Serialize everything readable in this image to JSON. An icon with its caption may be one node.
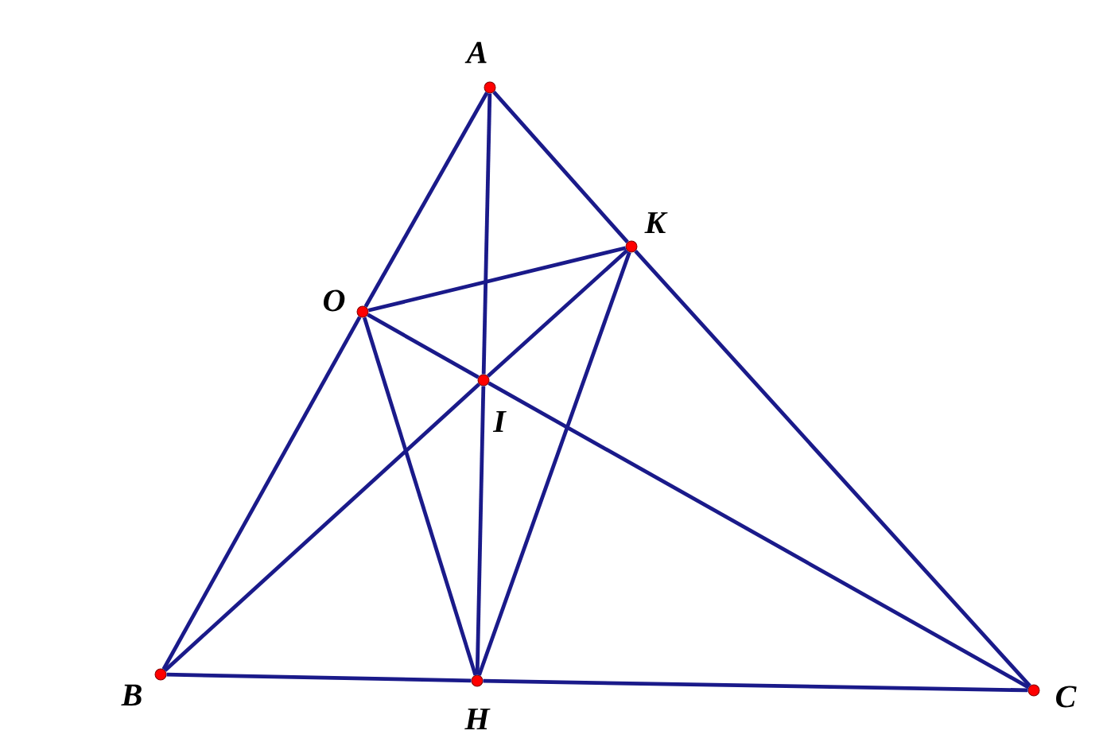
{
  "diagram": {
    "nodes": [
      {
        "text": [
          "A"
        ]
      },
      {
        "text": [
          "K"
        ]
      },
      {
        "text": [
          "O"
        ]
      },
      {
        "text": [
          "I"
        ]
      },
      {
        "text": [
          "B"
        ]
      },
      {
        "text": [
          "H"
        ]
      },
      {
        "text": [
          "C"
        ]
      }
    ],
    "edges": [
      {
        "from": 0,
        "to": 2,
        "arrow": "none"
      },
      {
        "from": 2,
        "to": 4,
        "arrow": "none"
      },
      {
        "from": 0,
        "to": 1,
        "arrow": "none"
      },
      {
        "from": 1,
        "to": 6,
        "arrow": "none"
      },
      {
        "from": 4,
        "to": 5,
        "arrow": "none"
      },
      {
        "from": 5,
        "to": 6,
        "arrow": "none"
      },
      {
        "from": 0,
        "to": 3,
        "arrow": "none"
      },
      {
        "from": 3,
        "to": 5,
        "arrow": "none"
      },
      {
        "from": 2,
        "to": 1,
        "arrow": "none"
      },
      {
        "from": 2,
        "to": 3,
        "arrow": "none"
      },
      {
        "from": 3,
        "to": 6,
        "arrow": "none"
      },
      {
        "from": 1,
        "to": 3,
        "arrow": "none"
      },
      {
        "from": 3,
        "to": 4,
        "arrow": "none"
      },
      {
        "from": 2,
        "to": 5,
        "arrow": "none"
      },
      {
        "from": 1,
        "to": 5,
        "arrow": "none"
      }
    ]
  }
}
